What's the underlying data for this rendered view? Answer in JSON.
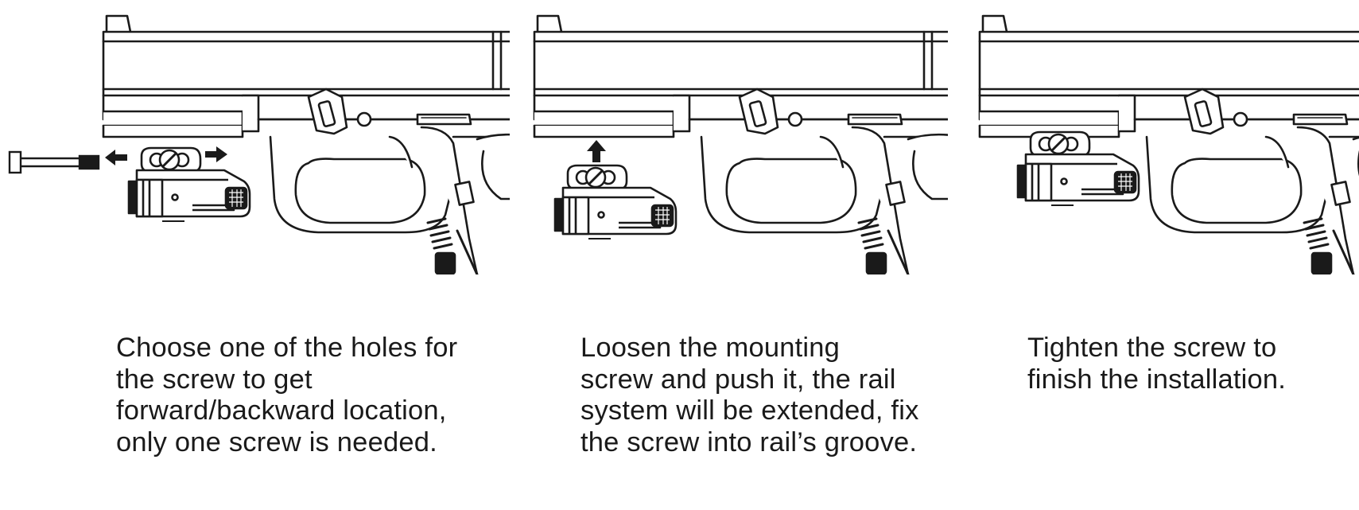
{
  "steps": [
    {
      "caption_lines": [
        "Choose one of the holes for",
        "the screw to get",
        "forward/backward location,",
        "only one screw is needed."
      ],
      "arrow_icons": [
        "arrow-left-icon",
        "arrow-right-icon"
      ]
    },
    {
      "caption_lines": [
        "Loosen the mounting",
        "screw and push it, the rail",
        "system will be extended, fix",
        "the screw into rail’s groove."
      ],
      "arrow_icons": [
        "arrow-up-icon"
      ]
    },
    {
      "caption_lines": [
        "Tighten the screw to",
        "finish the installation."
      ],
      "arrow_icons": []
    }
  ],
  "colors": {
    "line": "#1a1a1a",
    "fill": "#ffffff",
    "text": "#1a1a1a"
  }
}
